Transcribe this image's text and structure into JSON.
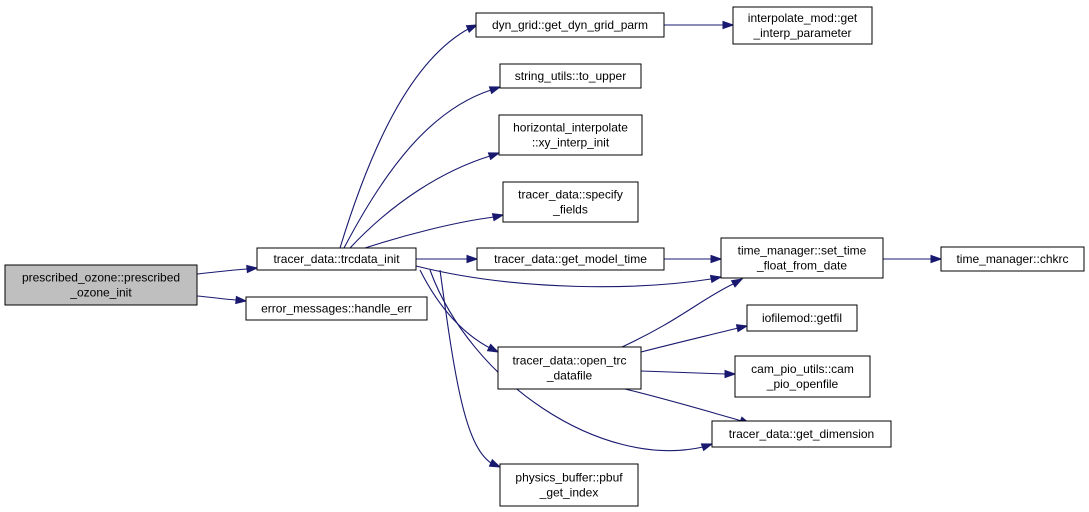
{
  "diagram": {
    "nodes": [
      {
        "id": "root",
        "lines": [
          "prescribed_ozone::prescribed",
          "_ozone_init"
        ],
        "highlight": true
      },
      {
        "id": "trcdata_init",
        "lines": [
          "tracer_data::trcdata_init"
        ]
      },
      {
        "id": "handle_err",
        "lines": [
          "error_messages::handle_err"
        ]
      },
      {
        "id": "get_dyn_grid_parm",
        "lines": [
          "dyn_grid::get_dyn_grid_parm"
        ]
      },
      {
        "id": "to_upper",
        "lines": [
          "string_utils::to_upper"
        ]
      },
      {
        "id": "xy_interp_init",
        "lines": [
          "horizontal_interpolate",
          "::xy_interp_init"
        ]
      },
      {
        "id": "specify_fields",
        "lines": [
          "tracer_data::specify",
          "_fields"
        ]
      },
      {
        "id": "get_model_time",
        "lines": [
          "tracer_data::get_model_time"
        ]
      },
      {
        "id": "open_trc_datafile",
        "lines": [
          "tracer_data::open_trc",
          "_datafile"
        ]
      },
      {
        "id": "pbuf_get_index",
        "lines": [
          "physics_buffer::pbuf",
          "_get_index"
        ]
      },
      {
        "id": "get_interp_parameter",
        "lines": [
          "interpolate_mod::get",
          "_interp_parameter"
        ]
      },
      {
        "id": "set_time_float_from_date",
        "lines": [
          "time_manager::set_time",
          "_float_from_date"
        ]
      },
      {
        "id": "getfil",
        "lines": [
          "iofilemod::getfil"
        ]
      },
      {
        "id": "cam_pio_openfile",
        "lines": [
          "cam_pio_utils::cam",
          "_pio_openfile"
        ]
      },
      {
        "id": "get_dimension",
        "lines": [
          "tracer_data::get_dimension"
        ]
      },
      {
        "id": "chkrc",
        "lines": [
          "time_manager::chkrc"
        ]
      }
    ],
    "edges": [
      {
        "from": "root",
        "to": "trcdata_init"
      },
      {
        "from": "root",
        "to": "handle_err"
      },
      {
        "from": "trcdata_init",
        "to": "get_dyn_grid_parm"
      },
      {
        "from": "trcdata_init",
        "to": "to_upper"
      },
      {
        "from": "trcdata_init",
        "to": "xy_interp_init"
      },
      {
        "from": "trcdata_init",
        "to": "specify_fields"
      },
      {
        "from": "trcdata_init",
        "to": "get_model_time"
      },
      {
        "from": "trcdata_init",
        "to": "set_time_float_from_date"
      },
      {
        "from": "trcdata_init",
        "to": "open_trc_datafile"
      },
      {
        "from": "trcdata_init",
        "to": "get_dimension"
      },
      {
        "from": "trcdata_init",
        "to": "pbuf_get_index"
      },
      {
        "from": "get_dyn_grid_parm",
        "to": "get_interp_parameter"
      },
      {
        "from": "get_model_time",
        "to": "set_time_float_from_date"
      },
      {
        "from": "set_time_float_from_date",
        "to": "chkrc"
      },
      {
        "from": "open_trc_datafile",
        "to": "set_time_float_from_date"
      },
      {
        "from": "open_trc_datafile",
        "to": "getfil"
      },
      {
        "from": "open_trc_datafile",
        "to": "cam_pio_openfile"
      },
      {
        "from": "open_trc_datafile",
        "to": "get_dimension"
      }
    ]
  },
  "colors": {
    "edge": "#191970",
    "root_fill": "#bfbfbf",
    "node_fill": "#ffffff",
    "border": "#000000"
  }
}
